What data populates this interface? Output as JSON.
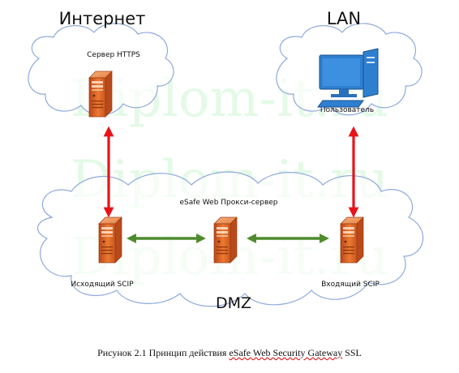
{
  "zones": {
    "internet_title": "Интернет",
    "lan_title": "LAN",
    "dmz_title": "DMZ"
  },
  "nodes": {
    "https_server": "Сервер HTTPS",
    "user": "Пользователь",
    "proxy": "eSafe Web Прокси-сервер",
    "outgoing_scip": "Исходящий SCIP",
    "incoming_scip": "Входящий SCIP"
  },
  "watermark": "Diplom-it.ru",
  "caption": {
    "prefix": "Рисунок 2.1 Принцип действия ",
    "product": "eSafe Web Security Gateway",
    "suffix": " SSL"
  },
  "colors": {
    "cloud_fill": "#ffffff",
    "cloud_stroke": "#8faadc",
    "red_arrow": "#e8131a",
    "green_arrow": "#4e8b2c",
    "server_orange": "#e8742a",
    "monitor_blue": "#2f7fd1",
    "watermark": "#28dc3c"
  }
}
